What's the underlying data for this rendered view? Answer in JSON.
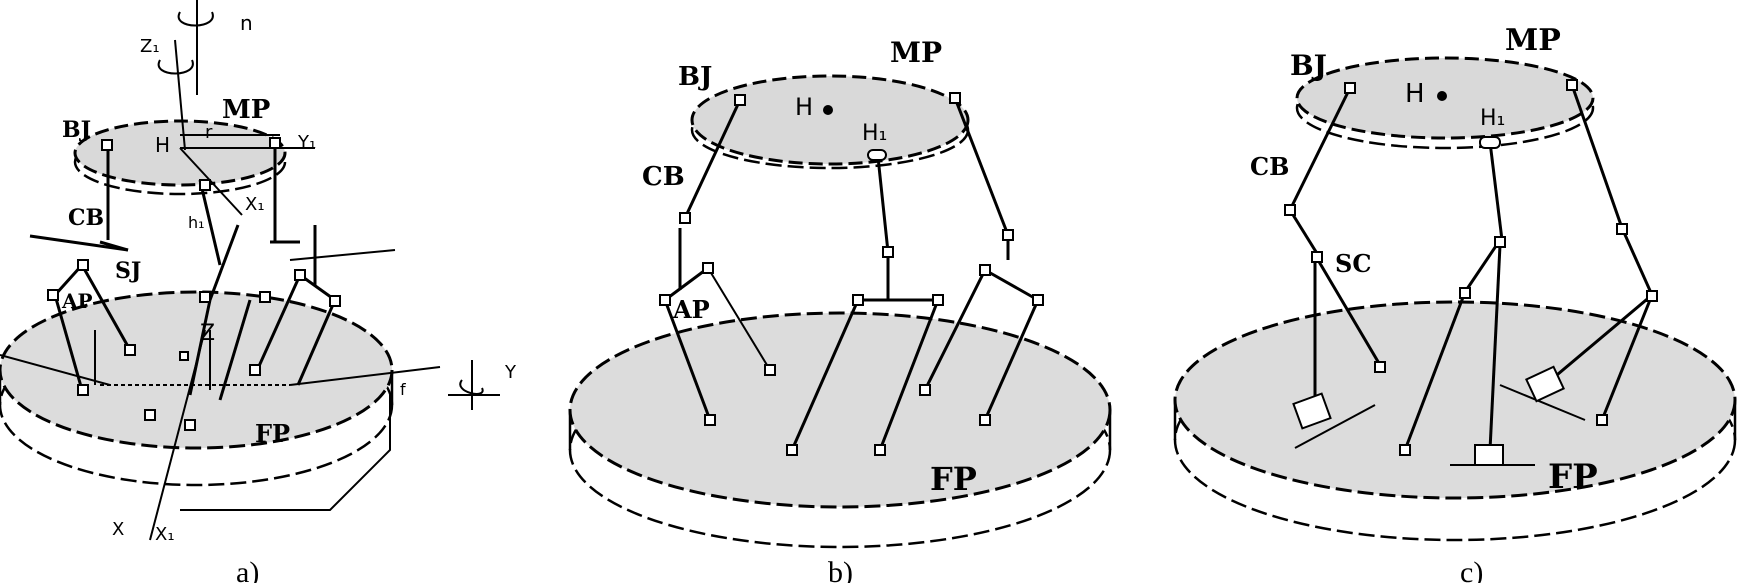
{
  "panel_a": {
    "caption": "a)",
    "labels": {
      "mp": "MP",
      "bj": "BJ",
      "cb": "CB",
      "sj": "SJ",
      "ap": "AP",
      "fp": "FP",
      "n": "n",
      "r": "r",
      "z1": "Z₁",
      "y1": "Y₁",
      "x1": "X₁",
      "h1": "h₁",
      "z": "Z",
      "y": "Y",
      "x": "X",
      "x1b": "X₁",
      "h": "H",
      "f": "f"
    }
  },
  "panel_b": {
    "caption": "b)",
    "labels": {
      "mp": "MP",
      "bj": "BJ",
      "cb": "CB",
      "ap": "AP",
      "fp": "FP",
      "h": "H",
      "h1": "H₁"
    }
  },
  "panel_c": {
    "caption": "c)",
    "labels": {
      "mp": "MP",
      "bj": "BJ",
      "cb": "CB",
      "sc": "SC",
      "fp": "FP",
      "h": "H",
      "h1": "H₁"
    }
  }
}
